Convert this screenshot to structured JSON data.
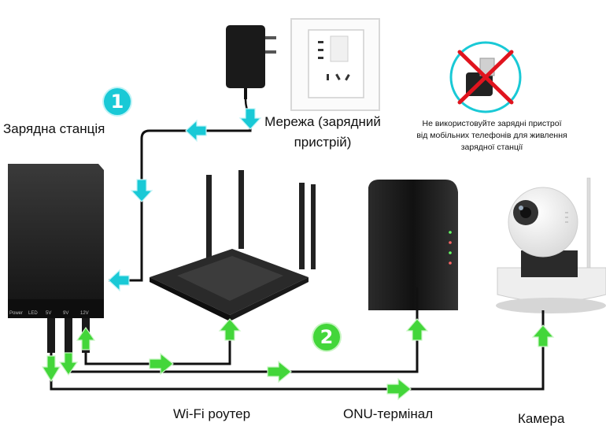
{
  "labels": {
    "charging_station": "Зарядна станція",
    "mains_line1": "Мережа (зарядний",
    "mains_line2": "пристрій)",
    "warning_line1": "Не використовуйте зарядні пристрої",
    "warning_line2": "від мобільних телефонів для живлення",
    "warning_line3": "зарядної станції",
    "wifi_router": "Wi-Fi роутер",
    "onu_terminal": "ONU-термінал",
    "camera": "Камера"
  },
  "steps": {
    "one": "1",
    "two": "2"
  },
  "station_ports": [
    "Power",
    "LED",
    "5V",
    "9V",
    "12V"
  ],
  "colors": {
    "arrow_cyan": "#19c9d6",
    "arrow_green": "#43d63a",
    "cable": "#111111",
    "prohibit_red": "#e0141e",
    "device_dark": "#1c1c1c"
  },
  "icons": {
    "outlet": "wall-outlet-icon",
    "adapter": "power-adapter-icon",
    "prohibited": "prohibited-charger-icon"
  }
}
